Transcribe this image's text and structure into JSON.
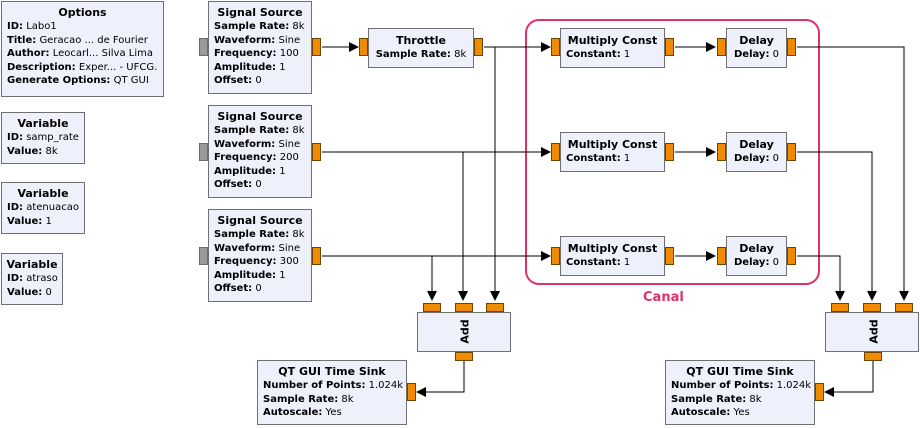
{
  "options": {
    "title": "Options",
    "rows": [
      {
        "key": "ID:",
        "value": "Labo1"
      },
      {
        "key": "Title:",
        "value": "Geracao ... de Fourier"
      },
      {
        "key": "Author:",
        "value": "Leocarl... Silva Lima"
      },
      {
        "key": "Description:",
        "value": "Exper... - UFCG."
      },
      {
        "key": "Generate Options:",
        "value": "QT GUI"
      }
    ]
  },
  "variables": [
    {
      "title": "Variable",
      "id_key": "ID:",
      "id": "samp_rate",
      "value_key": "Value:",
      "value": "8k"
    },
    {
      "title": "Variable",
      "id_key": "ID:",
      "id": "atenuacao",
      "value_key": "Value:",
      "value": "1"
    },
    {
      "title": "Variable",
      "id_key": "ID:",
      "id": "atraso",
      "value_key": "Value:",
      "value": "0"
    }
  ],
  "signal_sources": [
    {
      "title": "Signal Source",
      "sample_rate": "8k",
      "waveform": "Sine",
      "frequency": "100",
      "amplitude": "1",
      "offset": "0"
    },
    {
      "title": "Signal Source",
      "sample_rate": "8k",
      "waveform": "Sine",
      "frequency": "200",
      "amplitude": "1",
      "offset": "0"
    },
    {
      "title": "Signal Source",
      "sample_rate": "8k",
      "waveform": "Sine",
      "frequency": "300",
      "amplitude": "1",
      "offset": "0"
    }
  ],
  "labels": {
    "sample_rate": "Sample Rate:",
    "waveform": "Waveform:",
    "frequency": "Frequency:",
    "amplitude": "Amplitude:",
    "offset": "Offset:",
    "constant": "Constant:",
    "delay": "Delay:",
    "num_points": "Number of Points:",
    "autoscale": "Autoscale:"
  },
  "throttle": {
    "title": "Throttle",
    "sample_rate": "8k"
  },
  "multiply_consts": [
    {
      "title": "Multiply Const",
      "constant": "1"
    },
    {
      "title": "Multiply Const",
      "constant": "1"
    },
    {
      "title": "Multiply Const",
      "constant": "1"
    }
  ],
  "delays": [
    {
      "title": "Delay",
      "delay": "0"
    },
    {
      "title": "Delay",
      "delay": "0"
    },
    {
      "title": "Delay",
      "delay": "0"
    }
  ],
  "add_blocks": [
    {
      "title": "Add"
    },
    {
      "title": "Add"
    }
  ],
  "time_sinks": [
    {
      "title": "QT GUI Time Sink",
      "num_points": "1.024k",
      "sample_rate": "8k",
      "autoscale": "Yes"
    },
    {
      "title": "QT GUI Time Sink",
      "num_points": "1.024k",
      "sample_rate": "8k",
      "autoscale": "Yes"
    }
  ],
  "canal_label": "Canal",
  "colors": {
    "block_fill": "#eef0fb",
    "port_active": "#f08a00",
    "port_disabled": "#9a9a9a",
    "highlight": "#e0306a",
    "wire": "#000000"
  }
}
